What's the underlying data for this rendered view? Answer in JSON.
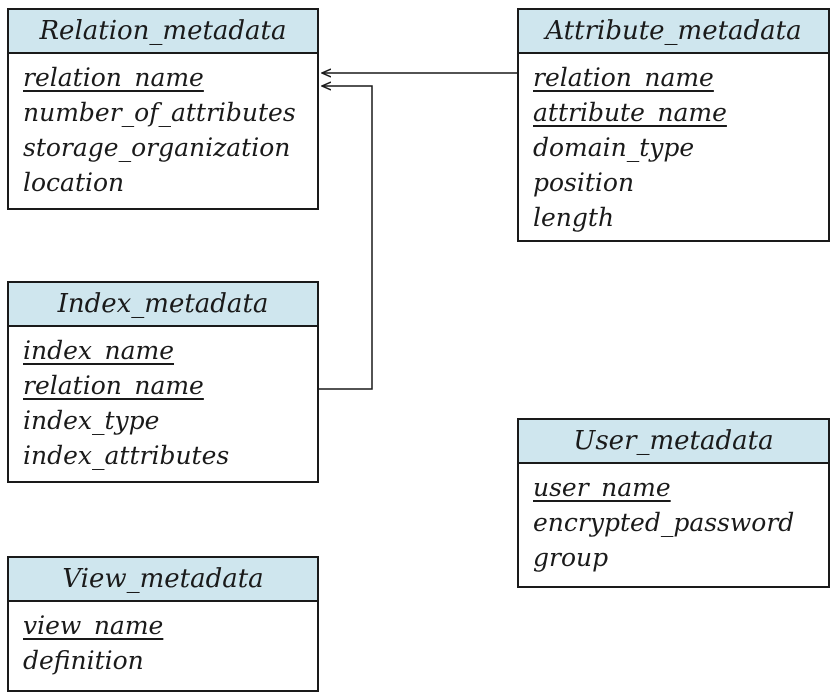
{
  "tables": {
    "relation": {
      "title": "Relation_metadata",
      "attributes": [
        "relation_name",
        "number_of_attributes",
        "storage_organization",
        "location"
      ]
    },
    "attribute": {
      "title": "Attribute_metadata",
      "attributes": [
        "relation_name",
        "attribute_name",
        "domain_type",
        "position",
        "length"
      ]
    },
    "index": {
      "title": "Index_metadata",
      "attributes": [
        "index_name",
        "relation_name",
        "index_type",
        "index_attributes"
      ]
    },
    "user": {
      "title": "User_metadata",
      "attributes": [
        "user_name",
        "encrypted_password",
        "group"
      ]
    },
    "view": {
      "title": "View_metadata",
      "attributes": [
        "view_name",
        "definition"
      ]
    }
  },
  "colors": {
    "header_fill": "#cfe6ee",
    "border": "#1a1a1a"
  }
}
